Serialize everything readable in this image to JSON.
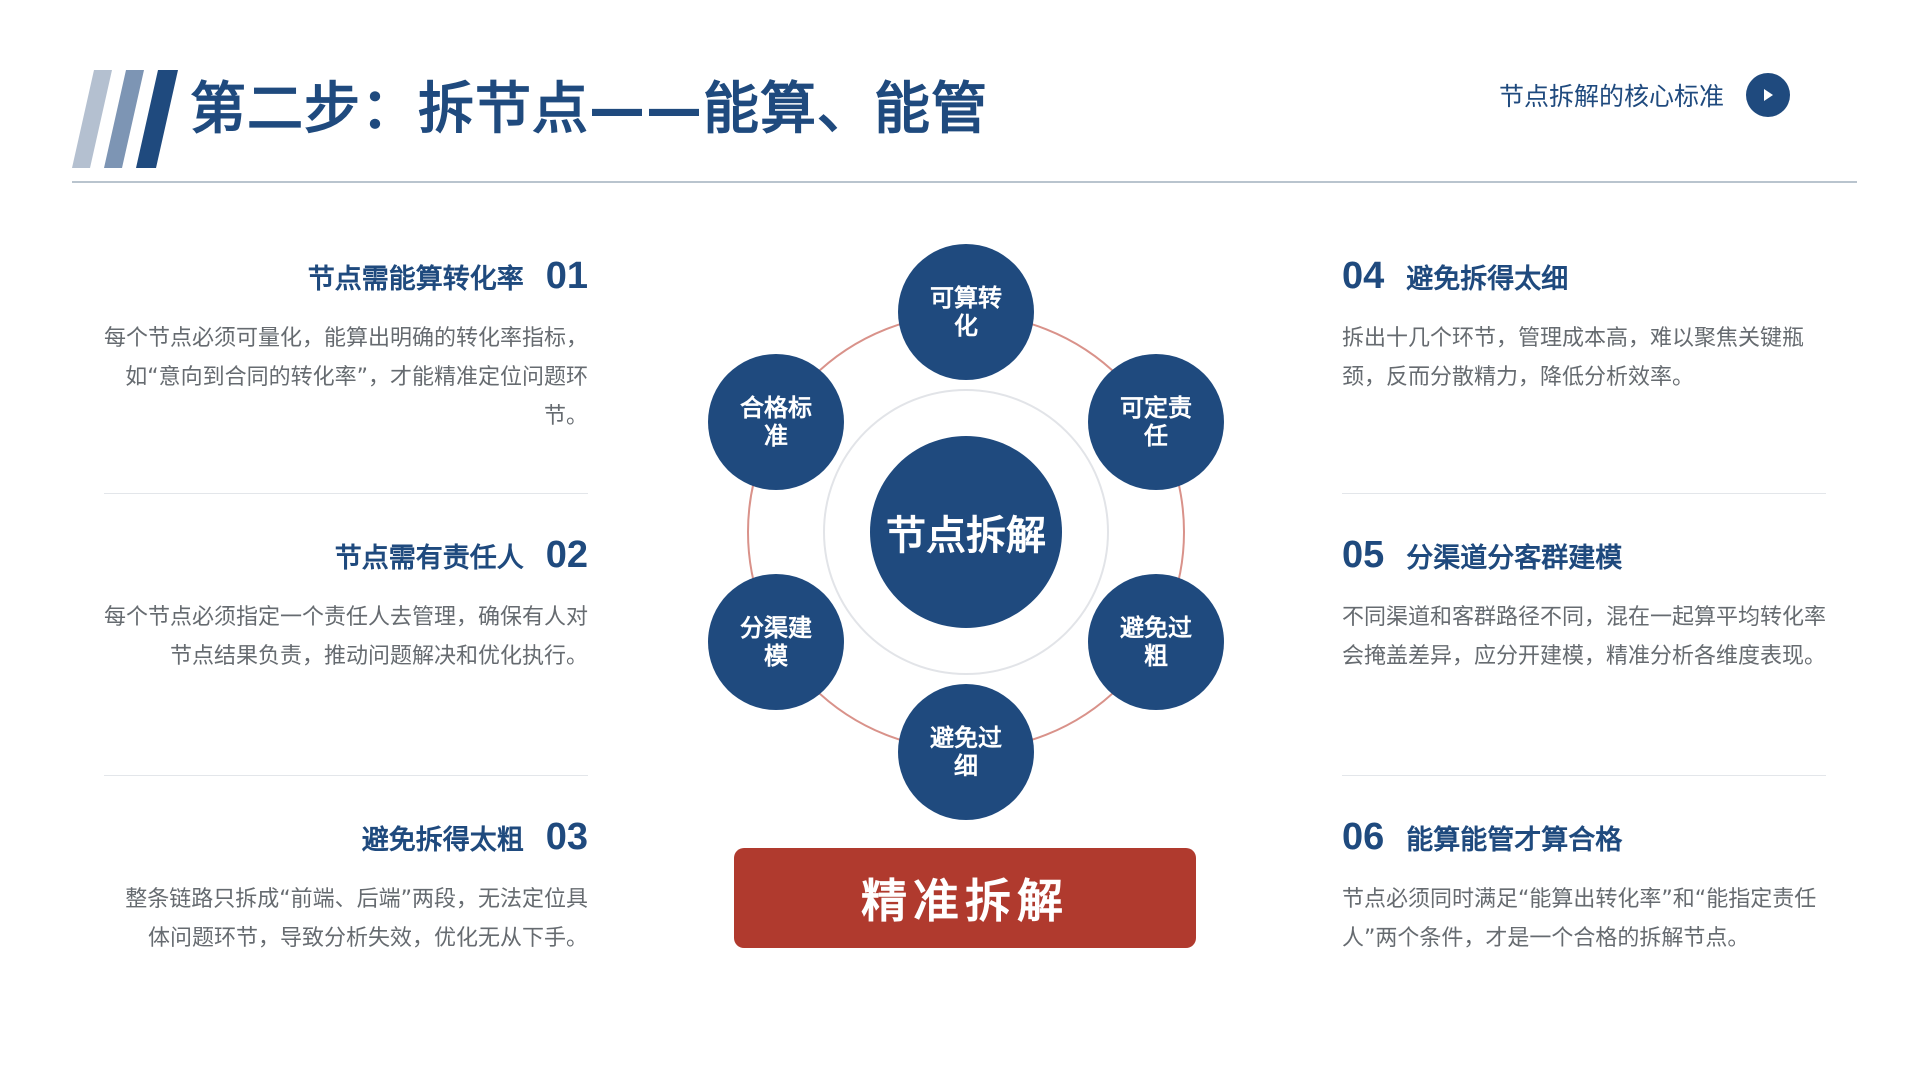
{
  "header": {
    "title": "第二步：拆节点——能算、能管",
    "core_link": "节点拆解的核心标准",
    "play_icon": "play-icon"
  },
  "left_items": [
    {
      "num": "01",
      "title": "节点需能算转化率",
      "desc": "每个节点必须可量化，能算出明确的转化率指标，如“意向到合同的转化率”，才能精准定位问题环节。"
    },
    {
      "num": "02",
      "title": "节点需有责任人",
      "desc": "每个节点必须指定一个责任人去管理，确保有人对节点结果负责，推动问题解决和优化执行。"
    },
    {
      "num": "03",
      "title": "避免拆得太粗",
      "desc": "整条链路只拆成“前端、后端”两段，无法定位具体问题环节，导致分析失效，优化无从下手。"
    }
  ],
  "right_items": [
    {
      "num": "04",
      "title": "避免拆得太细",
      "desc": "拆出十几个环节，管理成本高，难以聚焦关键瓶颈，反而分散精力，降低分析效率。"
    },
    {
      "num": "05",
      "title": "分渠道分客群建模",
      "desc": "不同渠道和客群路径不同，混在一起算平均转化率会掩盖差异，应分开建模，精准分析各维度表现。"
    },
    {
      "num": "06",
      "title": "能算能管才算合格",
      "desc": "节点必须同时满足“能算出转化率”和“能指定责任人”两个条件，才是一个合格的拆解节点。"
    }
  ],
  "diagram": {
    "center": "节点拆解",
    "nodes": [
      "可算转化",
      "可定责任",
      "避免过粗",
      "避免过细",
      "分渠建模",
      "合格标准"
    ]
  },
  "cta": "精准拆解",
  "colors": {
    "primary": "#1f4a7e",
    "accent": "#b03a2e",
    "ring": "#d9928a"
  }
}
